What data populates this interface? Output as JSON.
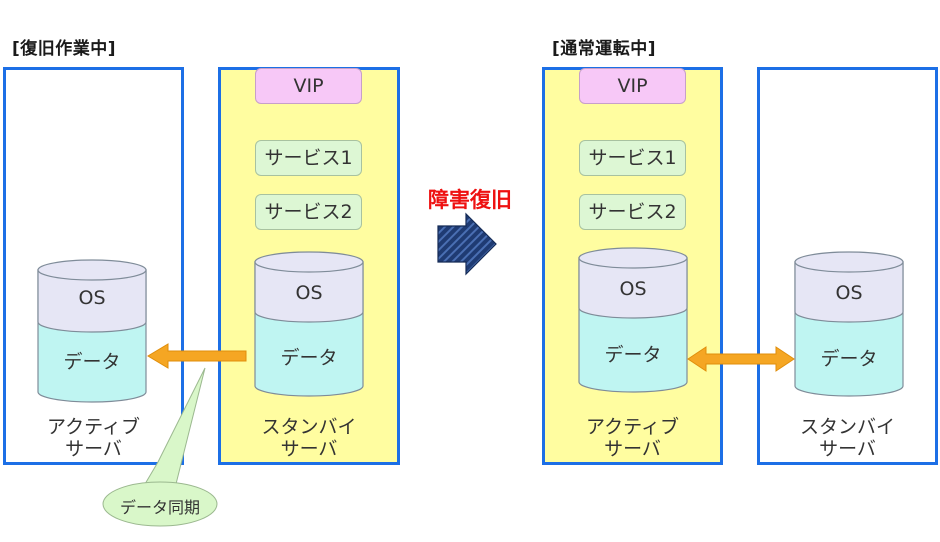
{
  "left_panel": {
    "title": "[復旧作業中]",
    "active_server": {
      "label": "アクティブ\nサーバ",
      "os": "OS",
      "data": "データ"
    },
    "standby_server": {
      "label": "スタンバイ\nサーバ",
      "vip": "VIP",
      "service1": "サービス1",
      "service2": "サービス2",
      "os": "OS",
      "data": "データ"
    },
    "callout": "データ同期"
  },
  "transition": {
    "label": "障害復旧"
  },
  "right_panel": {
    "title": "[通常運転中]",
    "active_server": {
      "label": "アクティブ\nサーバ",
      "vip": "VIP",
      "service1": "サービス1",
      "service2": "サービス2",
      "os": "OS",
      "data": "データ"
    },
    "standby_server": {
      "label": "スタンバイ\nサーバ",
      "os": "OS",
      "data": "データ"
    }
  },
  "colors": {
    "server_border": "#1c6fe6",
    "standby_fill": "#fffda0",
    "vip_fill": "#f7c8f7",
    "service_fill": "#ddf7d4",
    "os_fill": "#e6e6f5",
    "data_fill": "#bff5f2",
    "sync_arrow": "#f5a623",
    "recovery_label": "#ee1111",
    "transition_arrow": "#1f3b73"
  }
}
